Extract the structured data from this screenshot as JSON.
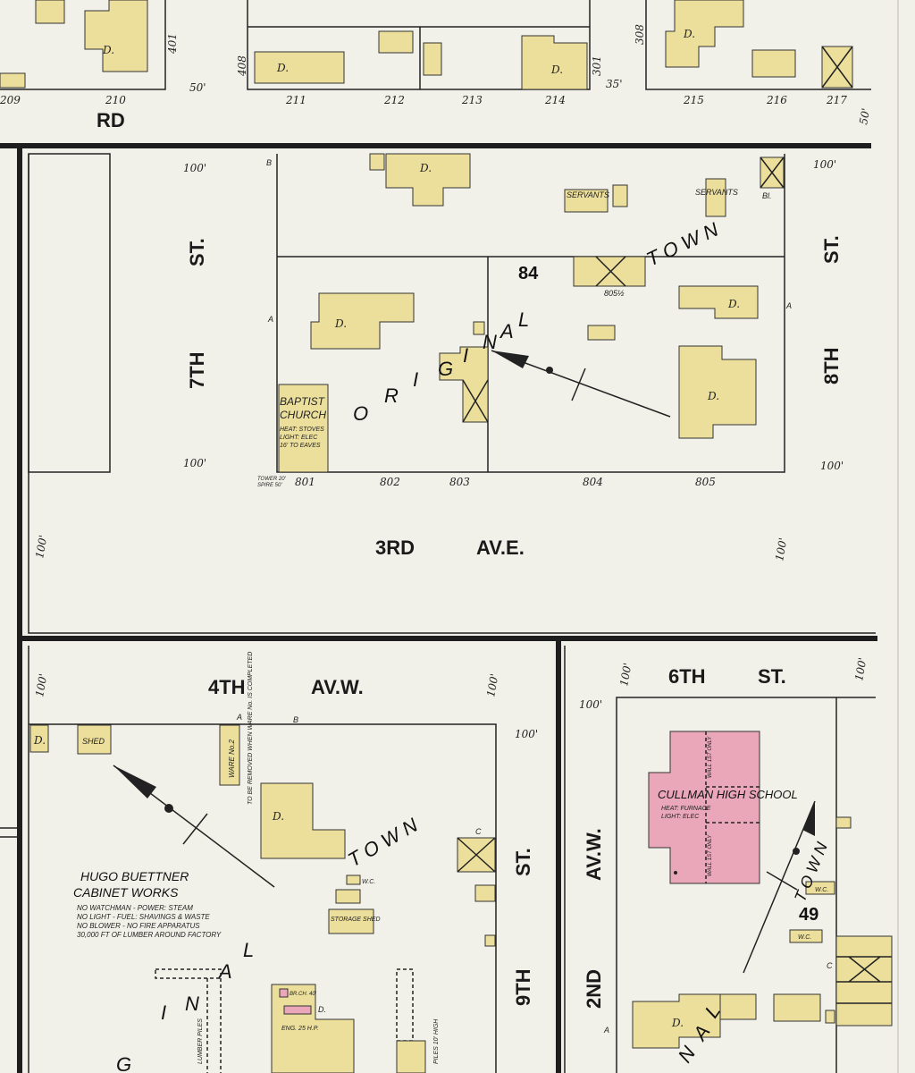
{
  "colors": {
    "paper": "#f2f1e9",
    "frame_building": "#ecdf9c",
    "brick_building": "#e9a7b9",
    "ink": "#1e1e1e"
  },
  "streets": {
    "rd": "RD",
    "seventh_st": {
      "ordinal": "7TH",
      "st": "ST."
    },
    "eighth_st": {
      "ordinal": "8TH",
      "st": "ST."
    },
    "third_av_e": {
      "ordinal": "3RD",
      "av": "AV.E."
    },
    "fourth_av_w": {
      "ordinal": "4TH",
      "av": "AV.W."
    },
    "sixth_st": {
      "ordinal": "6TH",
      "st": "ST."
    },
    "ninth_st": {
      "ordinal": "9TH",
      "st": "ST."
    },
    "second_av_w": {
      "ordinal": "2ND",
      "av": "AV.W."
    }
  },
  "blocks": {
    "block_84": "84",
    "block_49": "49"
  },
  "top_lots": [
    "209",
    "210",
    "211",
    "212",
    "213",
    "214",
    "215",
    "216",
    "217"
  ],
  "top_addresses": {
    "a401": "401",
    "a408": "408",
    "a301": "301",
    "a308": "308"
  },
  "block84_lots": [
    "801",
    "802",
    "803",
    "804",
    "805"
  ],
  "block84_extra": {
    "lot_805_half": "805½",
    "servants_1": "SERVANTS",
    "servants_2": "SERVANTS",
    "bl": "Bl.",
    "dwelling": "D."
  },
  "dimensions": {
    "d50a": "50'",
    "d35": "35'",
    "d50b": "50'",
    "d100": "100'"
  },
  "original_town": {
    "o": "O",
    "r": "R",
    "i": "I",
    "g": "G",
    "n": "N",
    "a": "A",
    "l": "L",
    "t": "T",
    "w": "W",
    "town": "T O W N"
  },
  "baptist_church": {
    "name1": "BAPTIST",
    "name2": "CHURCH",
    "heat": "HEAT: STOVES",
    "light": "LIGHT: ELEC",
    "eaves": "16' TO EAVES",
    "tower": "TOWER 20'",
    "spire": "SPIRE 50'"
  },
  "cabinet_works": {
    "name1": "HUGO BUETTNER",
    "name2": "CABINET WORKS",
    "notes": [
      "NO WATCHMAN - POWER: STEAM",
      "NO LIGHT - FUEL: SHAVINGS & WASTE",
      "NO BLOWER - NO FIRE APPARATUS",
      "30,000 FT OF LUMBER AROUND FACTORY"
    ],
    "shed": "SHED",
    "storage_shed": "STORAGE SHED",
    "wc": "W.C.",
    "ware": "WARE No.2",
    "removed": "TO BE REMOVED WHEN WARE No. IS COMPLETED",
    "engine": "ENG. 25 H.P.",
    "brick_ch": "BR.CH. 40'",
    "lumber_piles": "LUMBER PILES",
    "piles_high": "PILES 10' HIGH",
    "d": "D."
  },
  "high_school": {
    "name": "CULLMAN HIGH SCHOOL",
    "heat": "HEAT: FURNACE",
    "light": "LIGHT: ELEC",
    "wall1": "WALL 1ST ONLY",
    "wall2": "WALL 1ST ONLY",
    "wc1": "W.C.",
    "wc2": "W.C."
  },
  "letters": {
    "a": "A",
    "b": "B",
    "c": "C"
  }
}
